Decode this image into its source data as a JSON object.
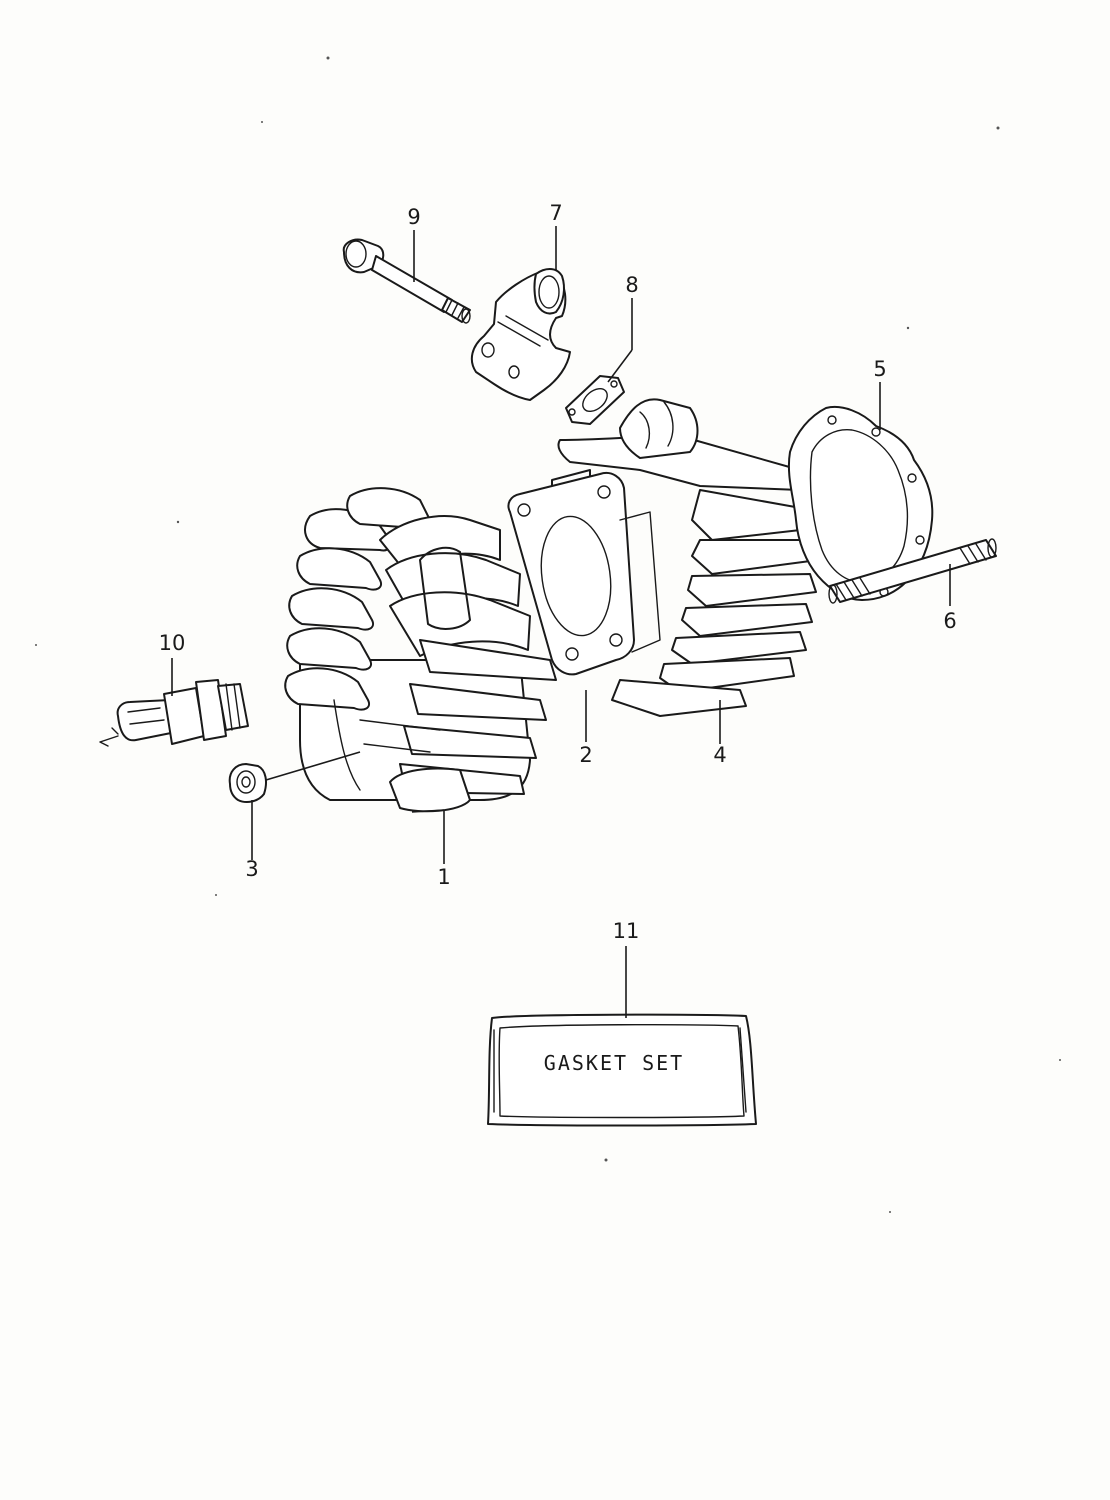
{
  "callouts": {
    "c1": "1",
    "c2": "2",
    "c3": "3",
    "c4": "4",
    "c5": "5",
    "c6": "6",
    "c7": "7",
    "c8": "8",
    "c9": "9",
    "c10": "10",
    "c11": "11"
  },
  "gasket_set_label": "GASKET SET",
  "parts": [
    {
      "ref": "1",
      "icon": "cylinder-head-icon"
    },
    {
      "ref": "2",
      "icon": "head-gasket-icon"
    },
    {
      "ref": "3",
      "icon": "nut-icon"
    },
    {
      "ref": "4",
      "icon": "cylinder-icon"
    },
    {
      "ref": "5",
      "icon": "base-gasket-icon"
    },
    {
      "ref": "6",
      "icon": "stud-bolt-icon"
    },
    {
      "ref": "7",
      "icon": "intake-pipe-icon"
    },
    {
      "ref": "8",
      "icon": "intake-gasket-icon"
    },
    {
      "ref": "9",
      "icon": "bolt-icon"
    },
    {
      "ref": "10",
      "icon": "spark-plug-icon"
    },
    {
      "ref": "11",
      "icon": "gasket-set-box-icon"
    }
  ]
}
